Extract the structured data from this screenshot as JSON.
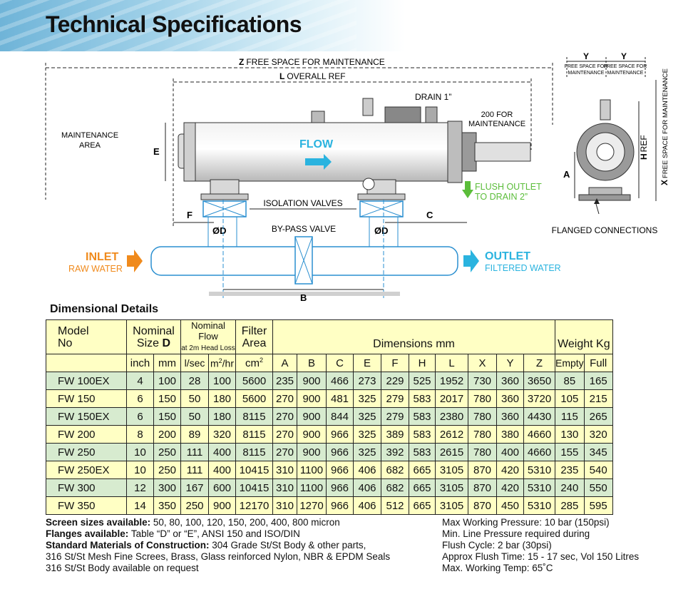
{
  "header": {
    "title": "Technical Specifications"
  },
  "diagram": {
    "z_letter": "Z",
    "z_text": "FREE SPACE FOR MAINTENANCE",
    "l_letter": "L",
    "l_text": "OVERALL REF",
    "drain": "DRAIN 1”",
    "maint200_1": "200 FOR",
    "maint200_2": "MAINTENANCE",
    "maint_area_1": "MAINTENANCE",
    "maint_area_2": "AREA",
    "e": "E",
    "flow": "FLOW",
    "flush_1": "FLUSH OUTLET",
    "flush_2": "TO DRAIN 2”",
    "isolation": "ISOLATION VALVES",
    "f": "F",
    "c": "C",
    "od1": "ØD",
    "od2": "ØD",
    "bypass": "BY-PASS VALVE",
    "inlet": "INLET",
    "raw_water": "RAW WATER",
    "outlet": "OUTLET",
    "filtered_water": "FILTERED WATER",
    "b": "B",
    "y1": "Y",
    "y2": "Y",
    "y_free_1": "FREE SPACE FOR",
    "y_free_2": "MAINTENANCE",
    "x_letter": "X",
    "x_text": "FREE SPACE FOR MAINTENANCE",
    "h_letter": "H",
    "h_text": "REF",
    "a": "A",
    "flanged": "FLANGED CONNECTIONS"
  },
  "table": {
    "title": "Dimensional Details",
    "h_model_1": "Model",
    "h_model_2": "No",
    "h_nominal_1": "Nominal",
    "h_nominal_2": "Size",
    "h_nominal_d": "D",
    "h_flow_1": "Nominal Flow",
    "h_flow_2": "at 2m Head Loss",
    "h_filter_1": "Filter",
    "h_filter_2": "Area",
    "h_dims": "Dimensions mm",
    "h_weight": "Weight Kg",
    "sub": [
      "inch",
      "mm",
      "l/sec",
      "m2/hr",
      "cm2",
      "A",
      "B",
      "C",
      "E",
      "F",
      "H",
      "L",
      "X",
      "Y",
      "Z",
      "Empty",
      "Full"
    ],
    "rows": [
      [
        "FW 100EX",
        "4",
        "100",
        "28",
        "100",
        "5600",
        "235",
        "900",
        "466",
        "273",
        "229",
        "525",
        "1952",
        "730",
        "360",
        "3650",
        "85",
        "165"
      ],
      [
        "FW 150",
        "6",
        "150",
        "50",
        "180",
        "5600",
        "270",
        "900",
        "481",
        "325",
        "279",
        "583",
        "2017",
        "780",
        "360",
        "3720",
        "105",
        "215"
      ],
      [
        "FW 150EX",
        "6",
        "150",
        "50",
        "180",
        "8115",
        "270",
        "900",
        "844",
        "325",
        "279",
        "583",
        "2380",
        "780",
        "360",
        "4430",
        "115",
        "265"
      ],
      [
        "FW 200",
        "8",
        "200",
        "89",
        "320",
        "8115",
        "270",
        "900",
        "966",
        "325",
        "389",
        "583",
        "2612",
        "780",
        "380",
        "4660",
        "130",
        "320"
      ],
      [
        "FW 250",
        "10",
        "250",
        "111",
        "400",
        "8115",
        "270",
        "900",
        "966",
        "325",
        "392",
        "583",
        "2615",
        "780",
        "400",
        "4660",
        "155",
        "345"
      ],
      [
        "FW 250EX",
        "10",
        "250",
        "111",
        "400",
        "10415",
        "310",
        "1100",
        "966",
        "406",
        "682",
        "665",
        "3105",
        "870",
        "420",
        "5310",
        "235",
        "540"
      ],
      [
        "FW 300",
        "12",
        "300",
        "167",
        "600",
        "10415",
        "310",
        "1100",
        "966",
        "406",
        "682",
        "665",
        "3105",
        "870",
        "420",
        "5310",
        "240",
        "550"
      ],
      [
        "FW 350",
        "14",
        "350",
        "250",
        "900",
        "12170",
        "310",
        "1270",
        "966",
        "406",
        "512",
        "665",
        "3105",
        "870",
        "450",
        "5310",
        "285",
        "595"
      ]
    ]
  },
  "notes": {
    "screens_label": "Screen sizes available:",
    "screens_value": " 50, 80, 100, 120, 150, 200, 400, 800 micron",
    "flanges_label": "Flanges available:",
    "flanges_value": " Table “D” or “E”, ANSI 150 and ISO/DIN",
    "materials_label": "Standard Materials of Construction:",
    "materials_value": " 304 Grade St/St Body & other parts,",
    "materials_line2": "316 St/St Mesh Fine Screes, Brass, Glass reinforced Nylon, NBR & EPDM Seals",
    "materials_line3": "316 St/St Body available on request",
    "max_pressure": "Max Working Pressure: 10 bar (150psi)",
    "min_pressure": "Min.  Line Pressure required during",
    "flush_cycle": "Flush Cycle: 2 bar (30psi)",
    "flush_time": "Approx Flush Time:  15 - 17 sec, Vol 150 Litres",
    "max_temp": "Max. Working Temp:  65˚C"
  }
}
